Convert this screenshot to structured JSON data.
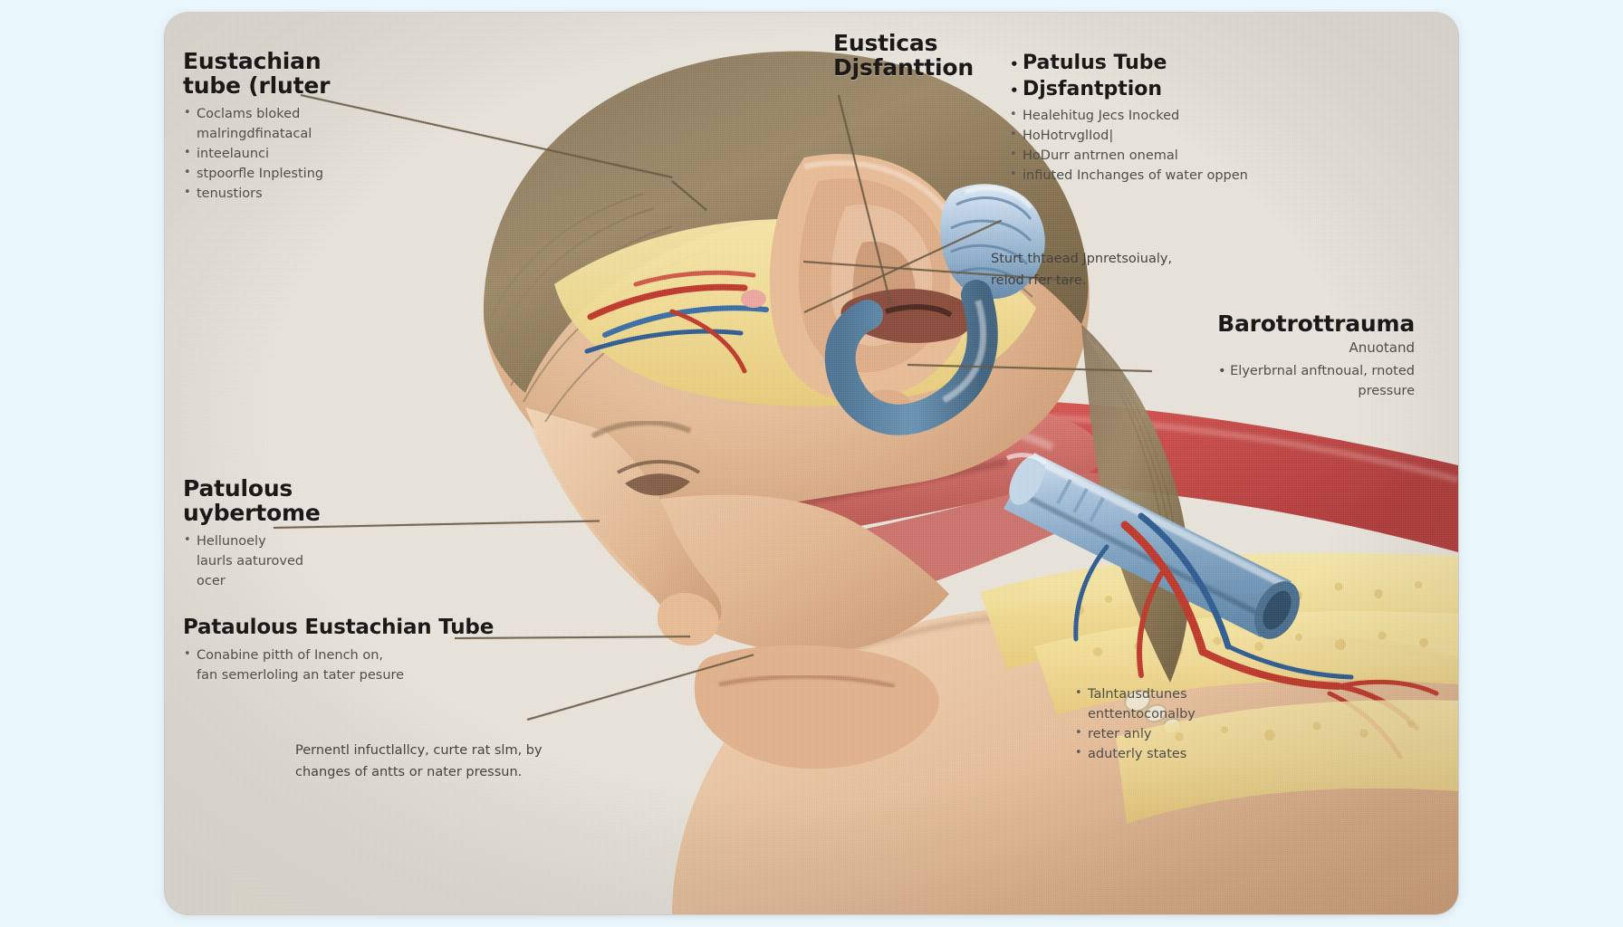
{
  "figure": {
    "kind": "medical-illustration",
    "subject": "Cross-section of a child's head showing the ear canal, middle ear and Eustachian tube",
    "plate_background": "#e9e5dc",
    "page_background": "#eaf7fd",
    "leader_line_color": "#6b5a42",
    "heading_color": "#141311",
    "body_text_color": "#4b4a46"
  },
  "labels": {
    "top_left": {
      "heading_line1": "Eustachian",
      "heading_line2": "tube (rluter",
      "bullets": [
        "Coclams bloked",
        "malringdfinatacal",
        "inteelaunci",
        "stpoorfle Inplesting",
        "tenustiors"
      ]
    },
    "top_center": {
      "heading_line1": "Eusticas",
      "heading_line2": "Djsfanttion"
    },
    "top_right": {
      "bold_bullets": [
        "Patulus Tube",
        "Djsfantption"
      ],
      "bullets": [
        "Healehitug Jecs Inocked",
        "HoHotrvglIod|",
        "HoDurr antrnen onemal",
        "infiuted Inchanges of water oppen"
      ]
    },
    "mid_right_note": {
      "text": "Sturt thtaead Jpnretsoiualy,\nrelod rfer tare."
    },
    "barotrauma": {
      "heading": "Barotrottrauma",
      "subline": "Anuotand",
      "bullets": [
        "Elyerbrnal anftnoual, rnoted"
      ],
      "bullet_wrap": "pressure"
    },
    "mid_left": {
      "heading_line1": "Patulous",
      "heading_line2": "uybertome",
      "bullets": [
        "Hellunoely",
        "laurls aaturoved",
        "ocer"
      ]
    },
    "bottom_left": {
      "heading": "Pataulous Eustachian Tube",
      "bullets": [
        "Conabine pitth of Inench on,",
        "fan semerloling an tater pesure"
      ],
      "note": "Pernentl infuctlallcy, curte rat slm, by\nchanges of antts or nater pressun."
    },
    "bottom_right": {
      "bullets": [
        "Talntausdtunes",
        "enttentoconalby",
        "reter anly",
        "aduterly states"
      ]
    }
  }
}
